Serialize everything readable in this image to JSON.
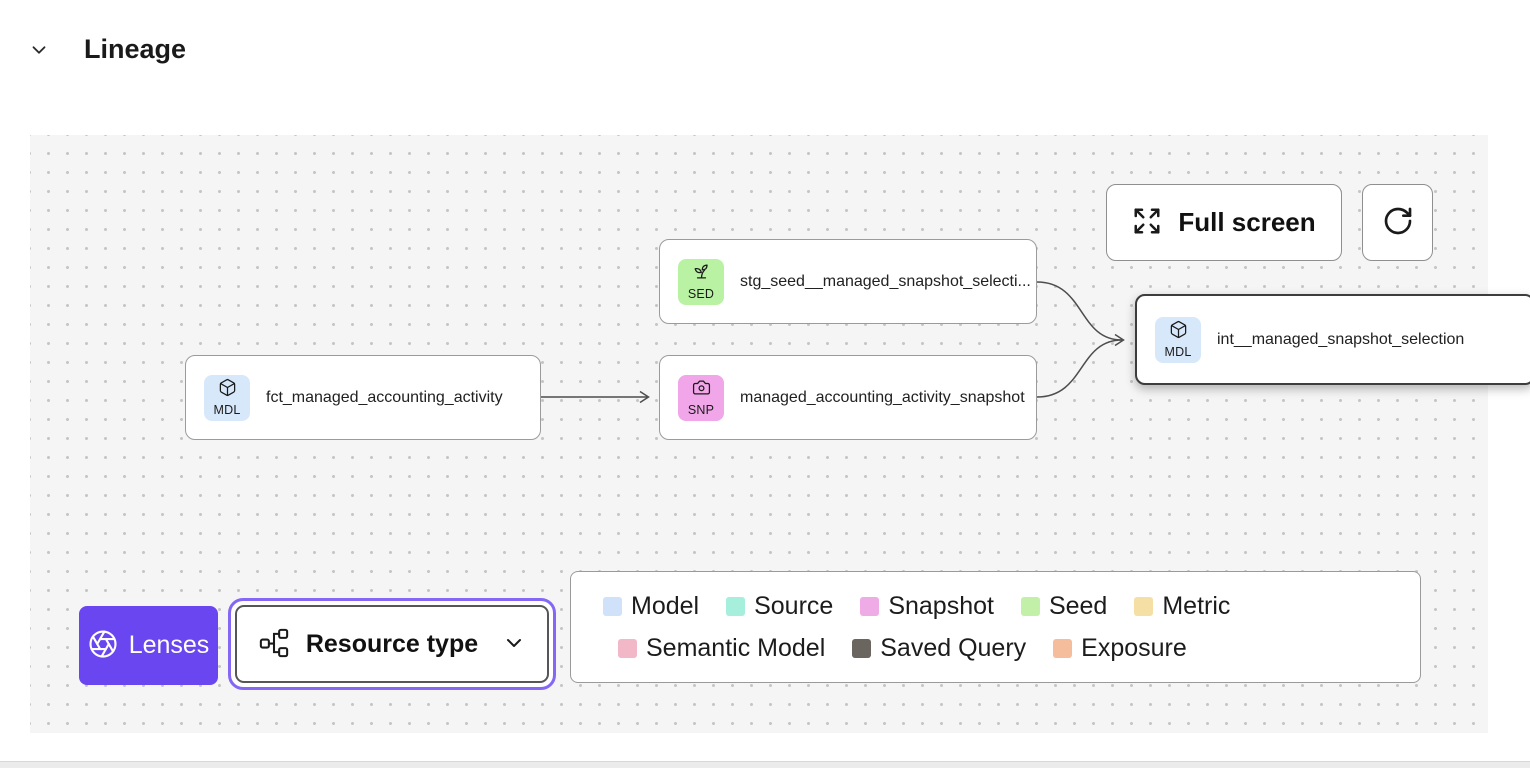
{
  "header": {
    "title": "Lineage"
  },
  "controls": {
    "full_screen_label": "Full screen",
    "refresh_icon": "refresh-icon",
    "full_screen_icon": "expand-icon",
    "collapse_icon": "chevron-down-icon"
  },
  "nodes": [
    {
      "id": "stg_seed",
      "code": "SED",
      "label": "stg_seed__managed_snapshot_selecti...",
      "icon": "sprout-icon",
      "badge_color": "#b9f2a3",
      "selected": false
    },
    {
      "id": "fct",
      "code": "MDL",
      "label": "fct_managed_accounting_activity",
      "icon": "cube-icon",
      "badge_color": "#d8e8fb",
      "selected": false
    },
    {
      "id": "snapshot",
      "code": "SNP",
      "label": "managed_accounting_activity_snapshot",
      "icon": "camera-icon",
      "badge_color": "#f0a6e8",
      "selected": false
    },
    {
      "id": "int",
      "code": "MDL",
      "label": "int__managed_snapshot_selection",
      "icon": "cube-icon",
      "badge_color": "#d8e8fb",
      "selected": true
    }
  ],
  "lenses": {
    "label": "Lenses",
    "icon": "aperture-icon",
    "color": "#6a46f0"
  },
  "resource_type": {
    "label": "Resource type",
    "icon": "graph-icon",
    "ring_color": "#8468f5"
  },
  "legend": {
    "rows": [
      [
        {
          "label": "Model",
          "color": "#cfe2fa"
        },
        {
          "label": "Source",
          "color": "#a5efdc"
        },
        {
          "label": "Snapshot",
          "color": "#efabe6"
        },
        {
          "label": "Seed",
          "color": "#c3f0a9"
        },
        {
          "label": "Metric",
          "color": "#f6dfa4"
        }
      ],
      [
        {
          "label": "Semantic Model",
          "color": "#f3b8c7"
        },
        {
          "label": "Saved Query",
          "color": "#6a655f"
        },
        {
          "label": "Exposure",
          "color": "#f6bd9c"
        }
      ]
    ]
  },
  "colors": {
    "canvas_bg": "#f5f5f5",
    "node_border": "#9b9b9b",
    "selected_border": "#3d3d3d",
    "accent": "#6a46f0"
  }
}
